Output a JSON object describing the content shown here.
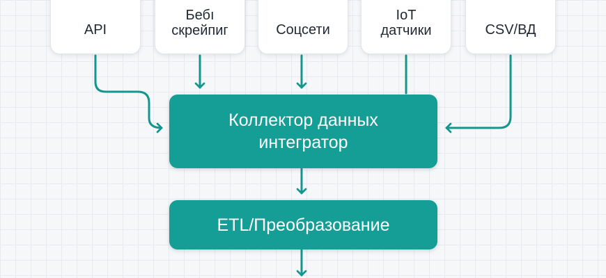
{
  "sources": [
    {
      "label": "API",
      "icon": "api-icon"
    },
    {
      "label": "Бебı\nскрейпиг",
      "icon": "web-scraper-icon"
    },
    {
      "label": "Соцсети",
      "icon": "social-icon"
    },
    {
      "label": "IoT\nдатчики",
      "icon": "iot-sensor-icon"
    },
    {
      "label": "CSV/ВД",
      "icon": "database-icon"
    }
  ],
  "collector": {
    "label": "Коллектор данных\nинтегратор"
  },
  "etl": {
    "label": "ETL/Преобразование"
  },
  "colors": {
    "accent": "#149e96",
    "arrow": "#14968f",
    "card": "#ffffff",
    "text": "#1f2733",
    "background": "#f6f7f9"
  }
}
